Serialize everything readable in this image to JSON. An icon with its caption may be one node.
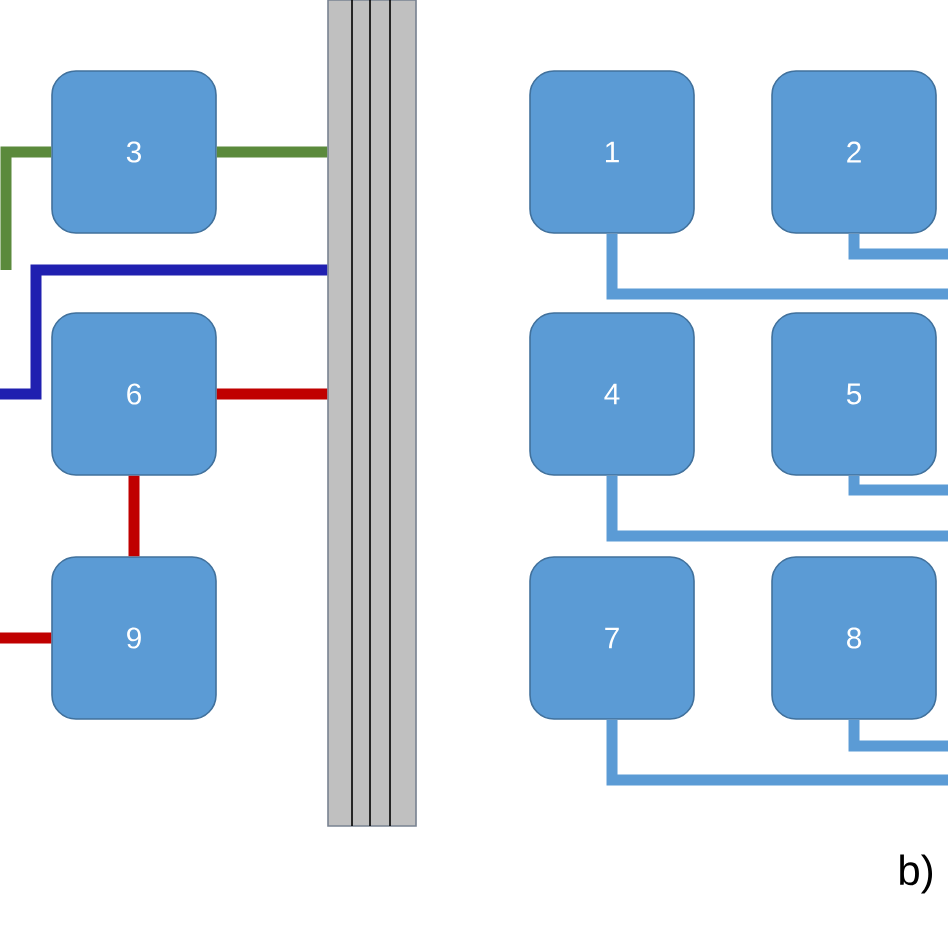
{
  "diagram": {
    "nodes": [
      {
        "text": [
          "3"
        ]
      },
      {
        "text": [
          "6"
        ]
      },
      {
        "text": [
          "9"
        ]
      },
      {
        "text": [],
        "shape": "bar"
      },
      {
        "text": [
          "1"
        ]
      },
      {
        "text": [
          "2"
        ]
      },
      {
        "text": [
          "4"
        ]
      },
      {
        "text": [
          "5"
        ]
      },
      {
        "text": [
          "7"
        ]
      },
      {
        "text": [
          "8"
        ]
      }
    ],
    "edges": [
      {
        "from": 0,
        "to": 3,
        "arrow": "none",
        "color": "#5b8a3c"
      },
      {
        "from": 0,
        "to": null,
        "arrow": "none",
        "color": "#5b8a3c"
      },
      {
        "from": 3,
        "to": null,
        "arrow": "none",
        "color": "#2020b0"
      },
      {
        "from": 1,
        "to": 3,
        "arrow": "none",
        "color": "#c00000"
      },
      {
        "from": 1,
        "to": 2,
        "arrow": "none",
        "color": "#c00000"
      },
      {
        "from": 2,
        "to": null,
        "arrow": "none",
        "color": "#c00000"
      },
      {
        "from": 4,
        "to": null,
        "arrow": "none"
      },
      {
        "from": 5,
        "to": null,
        "arrow": "none"
      },
      {
        "from": 6,
        "to": null,
        "arrow": "none"
      },
      {
        "from": 7,
        "to": null,
        "arrow": "none"
      },
      {
        "from": 8,
        "to": null,
        "arrow": "none"
      },
      {
        "from": 9,
        "to": null,
        "arrow": "none"
      }
    ],
    "labels": [
      "b)"
    ]
  }
}
